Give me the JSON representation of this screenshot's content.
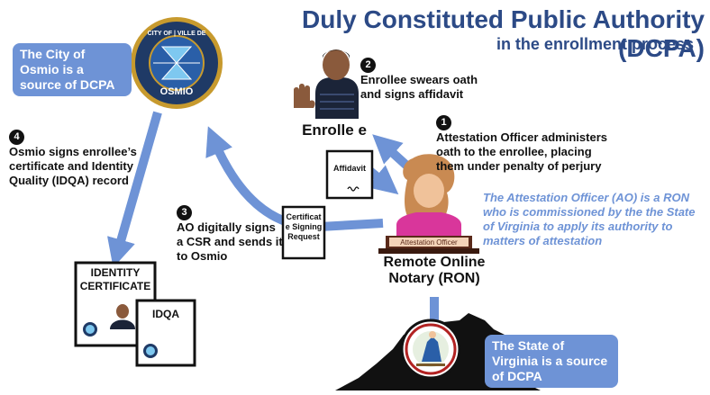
{
  "title": "Duly Constituted Public Authority (DCPA)",
  "subtitle": "in the enrollment process",
  "osmio_callout": "The City of Osmio is a source of DCPA",
  "virginia_callout": "The State of Virginia is a source of DCPA",
  "seal_osmio": {
    "top": "CITY OF | VILLE DE",
    "bottom": "OSMIO"
  },
  "steps": {
    "s1": {
      "num": "1",
      "text": "Attestation Officer administers oath to the enrollee, placing them under penalty of perjury"
    },
    "s2": {
      "num": "2",
      "text": "Enrollee swears oath and signs affidavit"
    },
    "s3": {
      "num": "3",
      "text": "AO digitally signs a CSR and sends it to Osmio"
    },
    "s4": {
      "num": "4",
      "text": "Osmio signs enrollee’s certificate and Identity Quality (IDQA) record"
    }
  },
  "ao_note": "The Attestation Officer (AO) is a RON who is commissioned by the the State of Virginia to apply its authority to matters of attestation",
  "enrollee_label": "Enrolle e",
  "affidavit_label": "Affidavit",
  "csr_label": "Certificat e Signing Request",
  "desk_label": "Attestation Officer",
  "ron_label": "Remote Online Notary (RON)",
  "identity_label": "IDENTITY CERTIFICATE",
  "idqa_label": "IDQA",
  "colors": {
    "accent": "#6e93d6",
    "title": "#2c4a86",
    "seal_navy": "#1f3a66",
    "seal_gold": "#c79a2e"
  }
}
